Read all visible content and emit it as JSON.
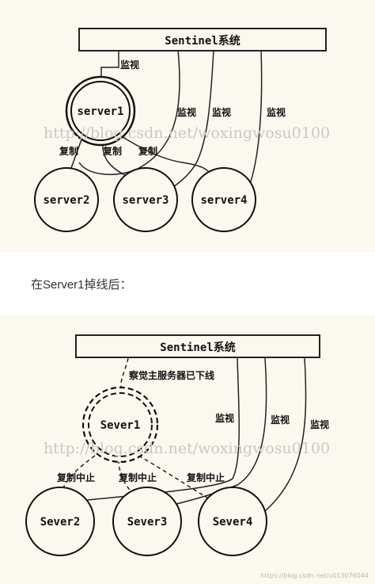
{
  "diagram1": {
    "sentinel_label": "Sentinel系统",
    "nodes": [
      "server1",
      "server2",
      "server3",
      "server4"
    ],
    "monitor_label": "监视",
    "replicate_label": "复制",
    "watermark": "http://blog.csdn.net/woxingwosu0100"
  },
  "caption": "在Server1掉线后：",
  "diagram2": {
    "sentinel_label": "Sentinel系统",
    "nodes": [
      "Sever1",
      "Sever2",
      "Sever3",
      "Sever4"
    ],
    "offline_label": "察觉主服务器已下线",
    "monitor_label": "监视",
    "replication_stopped_label": "复制中止",
    "watermark": "http://blog.csdn.net/woxingwosu0100",
    "footer_watermark": "https://blog.csdn.net/u013076044"
  }
}
